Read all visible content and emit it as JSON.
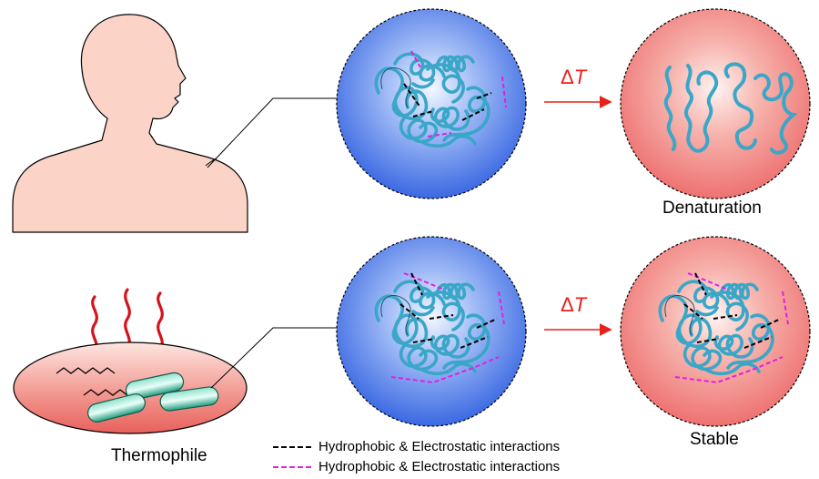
{
  "labels": {
    "denaturation": "Denaturation",
    "stable": "Stable",
    "thermophile": "Thermophile"
  },
  "arrows": {
    "top": {
      "delta": "Δ",
      "symbol": "T"
    },
    "bottom": {
      "delta": "Δ",
      "symbol": "T"
    }
  },
  "legend": [
    {
      "label": "Hydrophobic & Electrostatic interactions",
      "color": "#000000"
    },
    {
      "label": "Hydrophobic & Electrostatic interactions",
      "color": "#e020e0"
    }
  ],
  "colors": {
    "protein": "#3aa6c8",
    "arrow": "#e8201a",
    "blue_sphere": "#3b6fe6",
    "red_sphere": "#f07a7a",
    "skin": "#fbd3c7",
    "heat": "#d4141c",
    "bacteria": "#2aa68a"
  }
}
